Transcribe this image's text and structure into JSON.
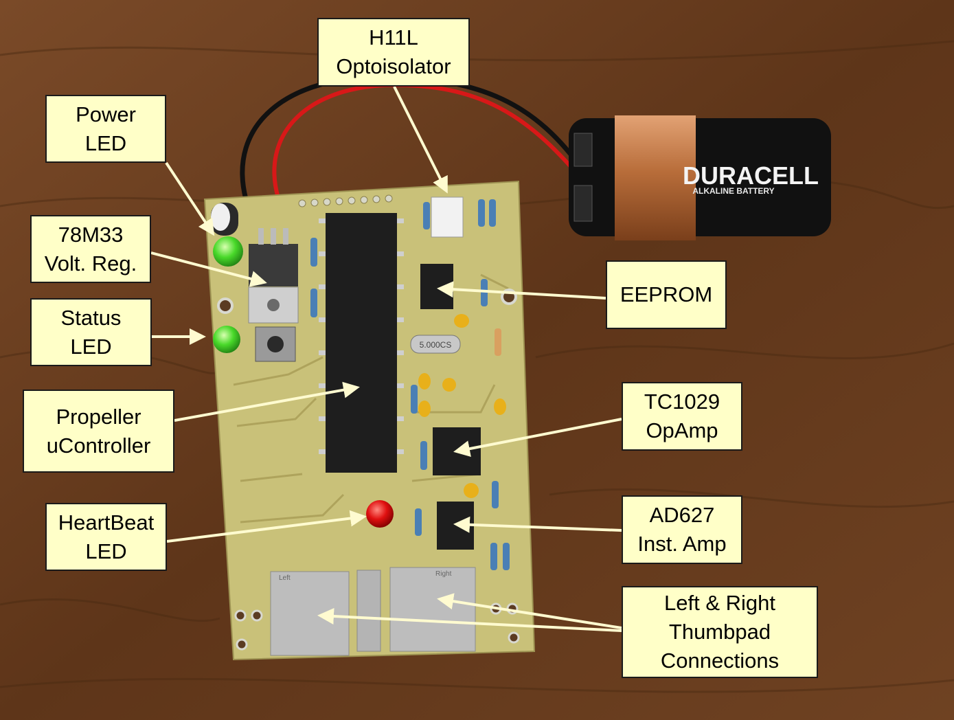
{
  "callouts": {
    "h11l": "H11L\nOptoisolator",
    "power_led": "Power\nLED",
    "regulator": "78M33\nVolt. Reg.",
    "status_led": "Status\nLED",
    "eeprom": "EEPROM",
    "propeller": "Propeller\nuController",
    "tc1029": "TC1029\nOpAmp",
    "heartbeat_led": "HeartBeat\nLED",
    "ad627": "AD627\nInst. Amp",
    "thumbpads": "Left & Right\nThumbpad\nConnections"
  },
  "battery": {
    "brand": "DURACELL",
    "subtitle": "ALKALINE BATTERY"
  },
  "board": {
    "crystal": "5.000CS",
    "pad_left": "Left",
    "pad_right": "Right"
  },
  "colors": {
    "wood": "#6b3f22",
    "pcb": "#c9c179",
    "callout_bg": "#ffffc8",
    "arrow": "#fffbd0",
    "led_green": "#3fd92a",
    "led_red": "#e01010",
    "battery_copper": "#c27a45"
  }
}
